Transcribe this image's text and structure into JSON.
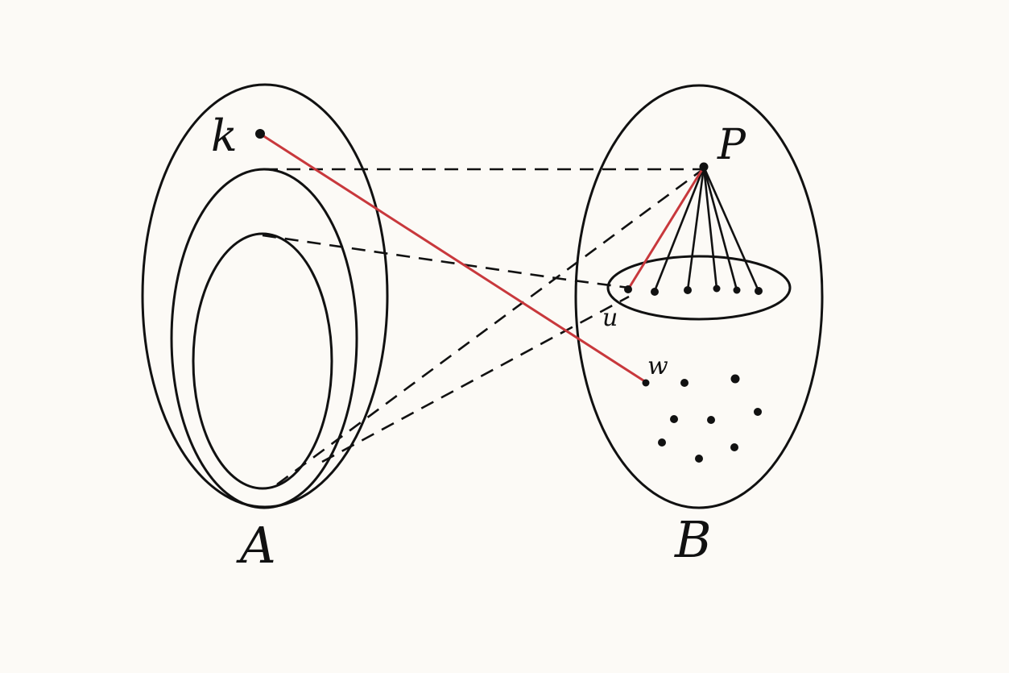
{
  "colors": {
    "background": "#fcfaf6",
    "ink": "#111111",
    "highlight": "#c8383c"
  },
  "labels": {
    "set_a": "A",
    "set_b": "B",
    "point_k": "k",
    "point_p": "P",
    "point_u": "u",
    "point_w": "w"
  }
}
